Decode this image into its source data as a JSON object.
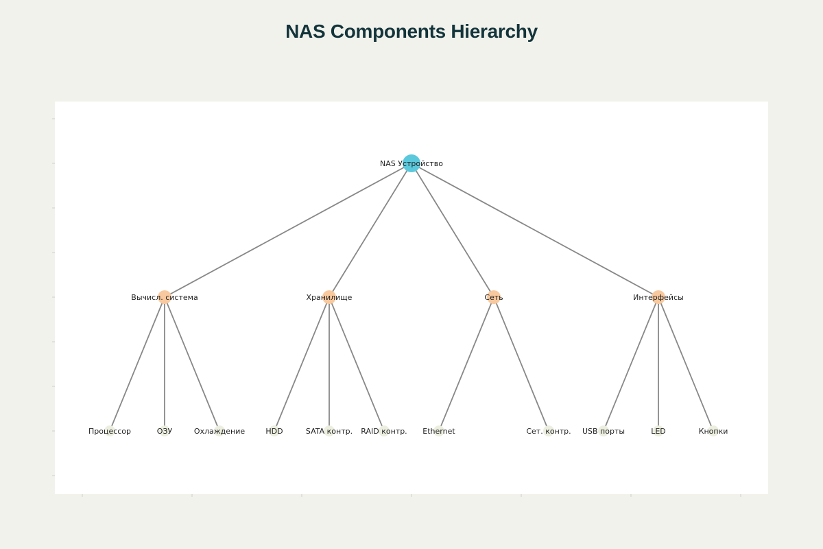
{
  "title": "NAS Components Hierarchy",
  "colors": {
    "page_background": "#f2f2ec",
    "plot_background": "#ffffff",
    "root_node": "#5bc8dc",
    "category_node": "#f8c99e",
    "leaf_node": "#ecefe0",
    "edge": "#888888",
    "tick": "#d0d0cc"
  },
  "chart_data": {
    "type": "tree",
    "root": {
      "label": "NAS Устройство",
      "children": [
        {
          "label": "Вычисл. система",
          "children": [
            {
              "label": "Процессор"
            },
            {
              "label": "ОЗУ"
            },
            {
              "label": "Охлаждение"
            }
          ]
        },
        {
          "label": "Хранилище",
          "children": [
            {
              "label": "HDD"
            },
            {
              "label": "SATA контр."
            },
            {
              "label": "RAID контр."
            }
          ]
        },
        {
          "label": "Сеть",
          "children": [
            {
              "label": "Ethernet"
            },
            {
              "label": "Сет. контр."
            }
          ]
        },
        {
          "label": "Интерфейсы",
          "children": [
            {
              "label": "USB порты"
            },
            {
              "label": "LED"
            },
            {
              "label": "Кнопки"
            }
          ]
        }
      ]
    }
  }
}
